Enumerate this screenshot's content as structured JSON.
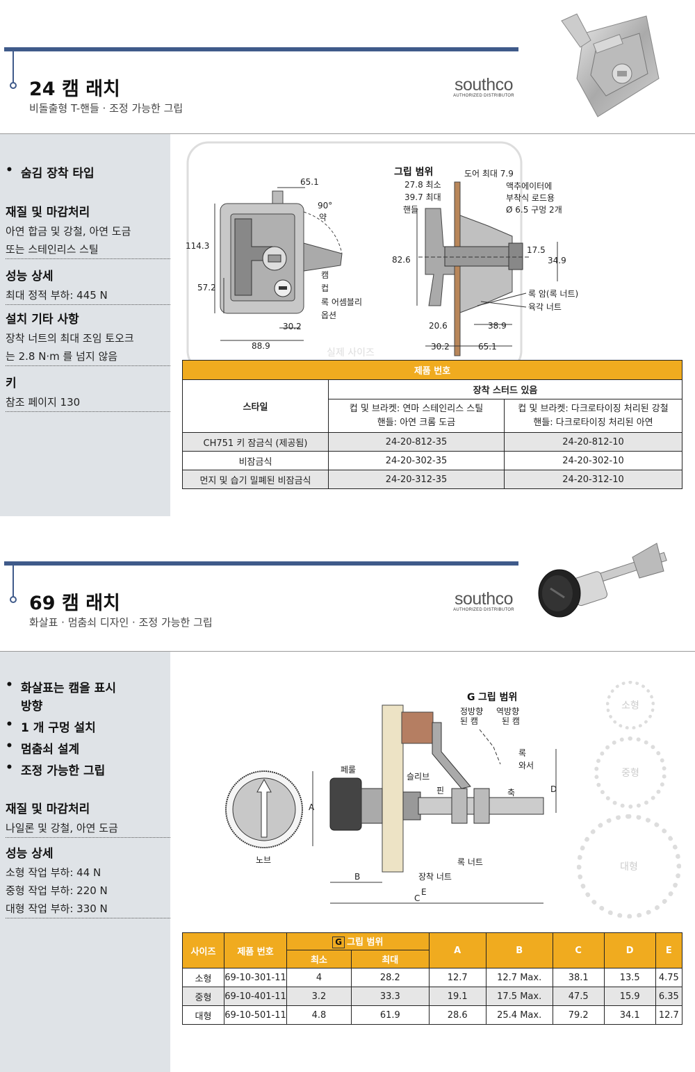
{
  "section1": {
    "title": "24 캠 래치",
    "subtitle": "비돌출형 T-핸들 · 조정 가능한 그립",
    "logo": {
      "main": "southco",
      "sub": "AUTHORIZED DISTRIBUTOR"
    },
    "sidebar": {
      "bullet": "숨김 장착 타입",
      "material_head": "재질 및 마감처리",
      "material_text1": "아연 합금 및 강철, 아연 도금",
      "material_text2": "또는 스테인리스 스틸",
      "perf_head": "성능 상세",
      "perf_text": "최대 정적 부하: 445 N",
      "install_head": "설치 기타 사항",
      "install_text1": "장착 너트의 최대 조임 토오크",
      "install_text2": "는 2.8 N·m 를 넘지 않음",
      "key_head": "키",
      "key_text": "참조 페이지 130"
    },
    "diagram": {
      "d_65_1": "65.1",
      "d_90": "90°",
      "d_approx": "약",
      "d_114_3": "114.3",
      "d_57_2": "57.2",
      "d_30_2": "30.2",
      "d_88_9": "88.9",
      "lbl_cam": "캠",
      "lbl_cup": "컵",
      "lbl_lock1": "록 어셈블리",
      "lbl_lock2": "옵션",
      "grip_title": "그립 범위",
      "grip_min": "27.8 최소",
      "grip_max": "39.7 최대",
      "handle": "핸들",
      "door": "도어 최대 7.9",
      "actuator1": "액추에이터에",
      "actuator2": "부착식 로드용",
      "actuator3": "Ø 6.5 구멍 2개",
      "d_82_6": "82.6",
      "d_17_5": "17.5",
      "d_34_9": "34.9",
      "locknut": "록 암(록 너트)",
      "hexnut": "육각 너트",
      "d_20_6": "20.6",
      "d_38_9": "38.9",
      "d_30_2b": "30.2",
      "d_65_1b": "65.1",
      "actual": "실제 사이즈"
    },
    "table": {
      "header": "제품 번호",
      "style": "스타일",
      "stud": "장착 스터드 있음",
      "col1a": "컵 및 브라켓: 연마 스테인리스 스틸",
      "col1b": "핸들: 아연 크롬 도금",
      "col2a": "컵 및 브라켓: 다크로타이징 처리된 강철",
      "col2b": "핸들: 다크로타이징 처리된 아연",
      "rows": [
        {
          "style": "CH751 키 잠금식 (제공됨)",
          "a": "24-20-812-35",
          "b": "24-20-812-10"
        },
        {
          "style": "비잠금식",
          "a": "24-20-302-35",
          "b": "24-20-302-10"
        },
        {
          "style": "먼지 및 습기 밀폐된 비잠금식",
          "a": "24-20-312-35",
          "b": "24-20-312-10"
        }
      ]
    }
  },
  "section2": {
    "title": "69 캠 래치",
    "subtitle": "화살표 · 멈춤쇠 디자인 · 조정 가능한 그립",
    "logo": {
      "main": "southco",
      "sub": "AUTHORIZED DISTRIBUTOR"
    },
    "sidebar": {
      "bullets": [
        "화살표는 캠을 표시",
        "방향",
        "1 개 구멍 설치",
        "멈춤쇠 설계",
        "조정 가능한 그립"
      ],
      "material_head": "재질 및 마감처리",
      "material_text": "나일론 및 강철, 아연 도금",
      "perf_head": "성능 상세",
      "perf1": "소형 작업 부하: 44 N",
      "perf2": "중형 작업 부하: 220 N",
      "perf3": "대형 작업 부하: 330 N"
    },
    "diagram": {
      "grip_g": "G",
      "grip_title": "그립 범위",
      "forward1": "정방향",
      "forward2": "된 캠",
      "reverse1": "역방향",
      "reverse2": "된 캠",
      "lock": "록",
      "washer": "와서",
      "ferrule": "페룰",
      "sleeve": "슬리브",
      "pin": "핀",
      "shaft": "축",
      "d": "D",
      "a": "A",
      "knob": "노브",
      "locknut": "록 너트",
      "mountnut": "장착 너트",
      "b": "B",
      "e": "E",
      "c": "C"
    },
    "circles": [
      "소형",
      "중형",
      "대형"
    ],
    "table": {
      "h_size": "사이즈",
      "h_part": "제품 번호",
      "h_g": "G",
      "h_grip": "그립 범위",
      "h_min": "최소",
      "h_max": "최대",
      "h_a": "A",
      "h_b": "B",
      "h_c": "C",
      "h_d": "D",
      "h_e": "E",
      "rows": [
        {
          "size": "소형",
          "part": "69-10-301-11",
          "min": "4",
          "max": "28.2",
          "a": "12.7",
          "b": "12.7 Max.",
          "c": "38.1",
          "d": "13.5",
          "e": "4.75"
        },
        {
          "size": "중형",
          "part": "69-10-401-11",
          "min": "3.2",
          "max": "33.3",
          "a": "19.1",
          "b": "17.5 Max.",
          "c": "47.5",
          "d": "15.9",
          "e": "6.35"
        },
        {
          "size": "대형",
          "part": "69-10-501-11",
          "min": "4.8",
          "max": "61.9",
          "a": "28.6",
          "b": "25.4 Max.",
          "c": "79.2",
          "d": "34.1",
          "e": "12.7"
        }
      ]
    }
  }
}
